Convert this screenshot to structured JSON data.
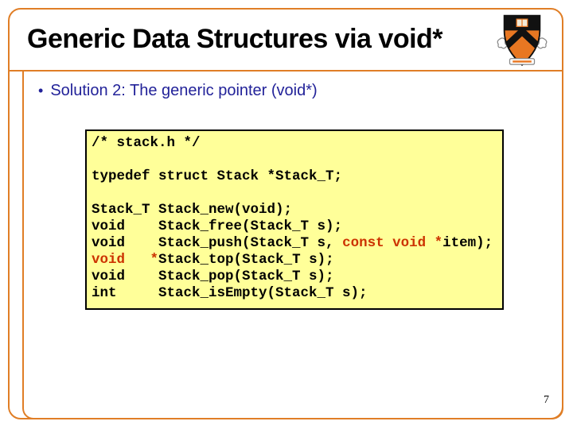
{
  "slide": {
    "title": "Generic Data Structures via void*",
    "bullet_char": "•",
    "bullet_text": "Solution 2: The generic pointer (void*)",
    "page_number": "7"
  },
  "icons": {
    "logo": "princeton-university-crest"
  },
  "colors": {
    "frame_orange": "#E07E26",
    "code_background": "#FFFF99",
    "code_keyword_red": "#CC3300",
    "bullet_blue": "#222299",
    "crest_orange": "#E87722"
  },
  "code": {
    "lines": [
      {
        "segments": [
          {
            "text": "/* stack.h */",
            "style": "default"
          }
        ]
      },
      {
        "segments": [
          {
            "text": "",
            "style": "default"
          }
        ]
      },
      {
        "segments": [
          {
            "text": "typedef struct Stack *Stack_T;",
            "style": "default"
          }
        ]
      },
      {
        "segments": [
          {
            "text": "",
            "style": "default"
          }
        ]
      },
      {
        "segments": [
          {
            "text": "Stack_T Stack_new(void);",
            "style": "default"
          }
        ]
      },
      {
        "segments": [
          {
            "text": "void    Stack_free(Stack_T s);",
            "style": "default"
          }
        ]
      },
      {
        "segments": [
          {
            "text": "void    Stack_push(Stack_T s, ",
            "style": "default"
          },
          {
            "text": "const void *",
            "style": "red"
          },
          {
            "text": "item);",
            "style": "default"
          }
        ]
      },
      {
        "segments": [
          {
            "text": "void",
            "style": "red"
          },
          {
            "text": "   ",
            "style": "default"
          },
          {
            "text": "*",
            "style": "red"
          },
          {
            "text": "Stack_top(Stack_T s);",
            "style": "default"
          }
        ]
      },
      {
        "segments": [
          {
            "text": "void    Stack_pop(Stack_T s);",
            "style": "default"
          }
        ]
      },
      {
        "segments": [
          {
            "text": "int     Stack_isEmpty(Stack_T s);",
            "style": "default"
          }
        ]
      }
    ]
  }
}
